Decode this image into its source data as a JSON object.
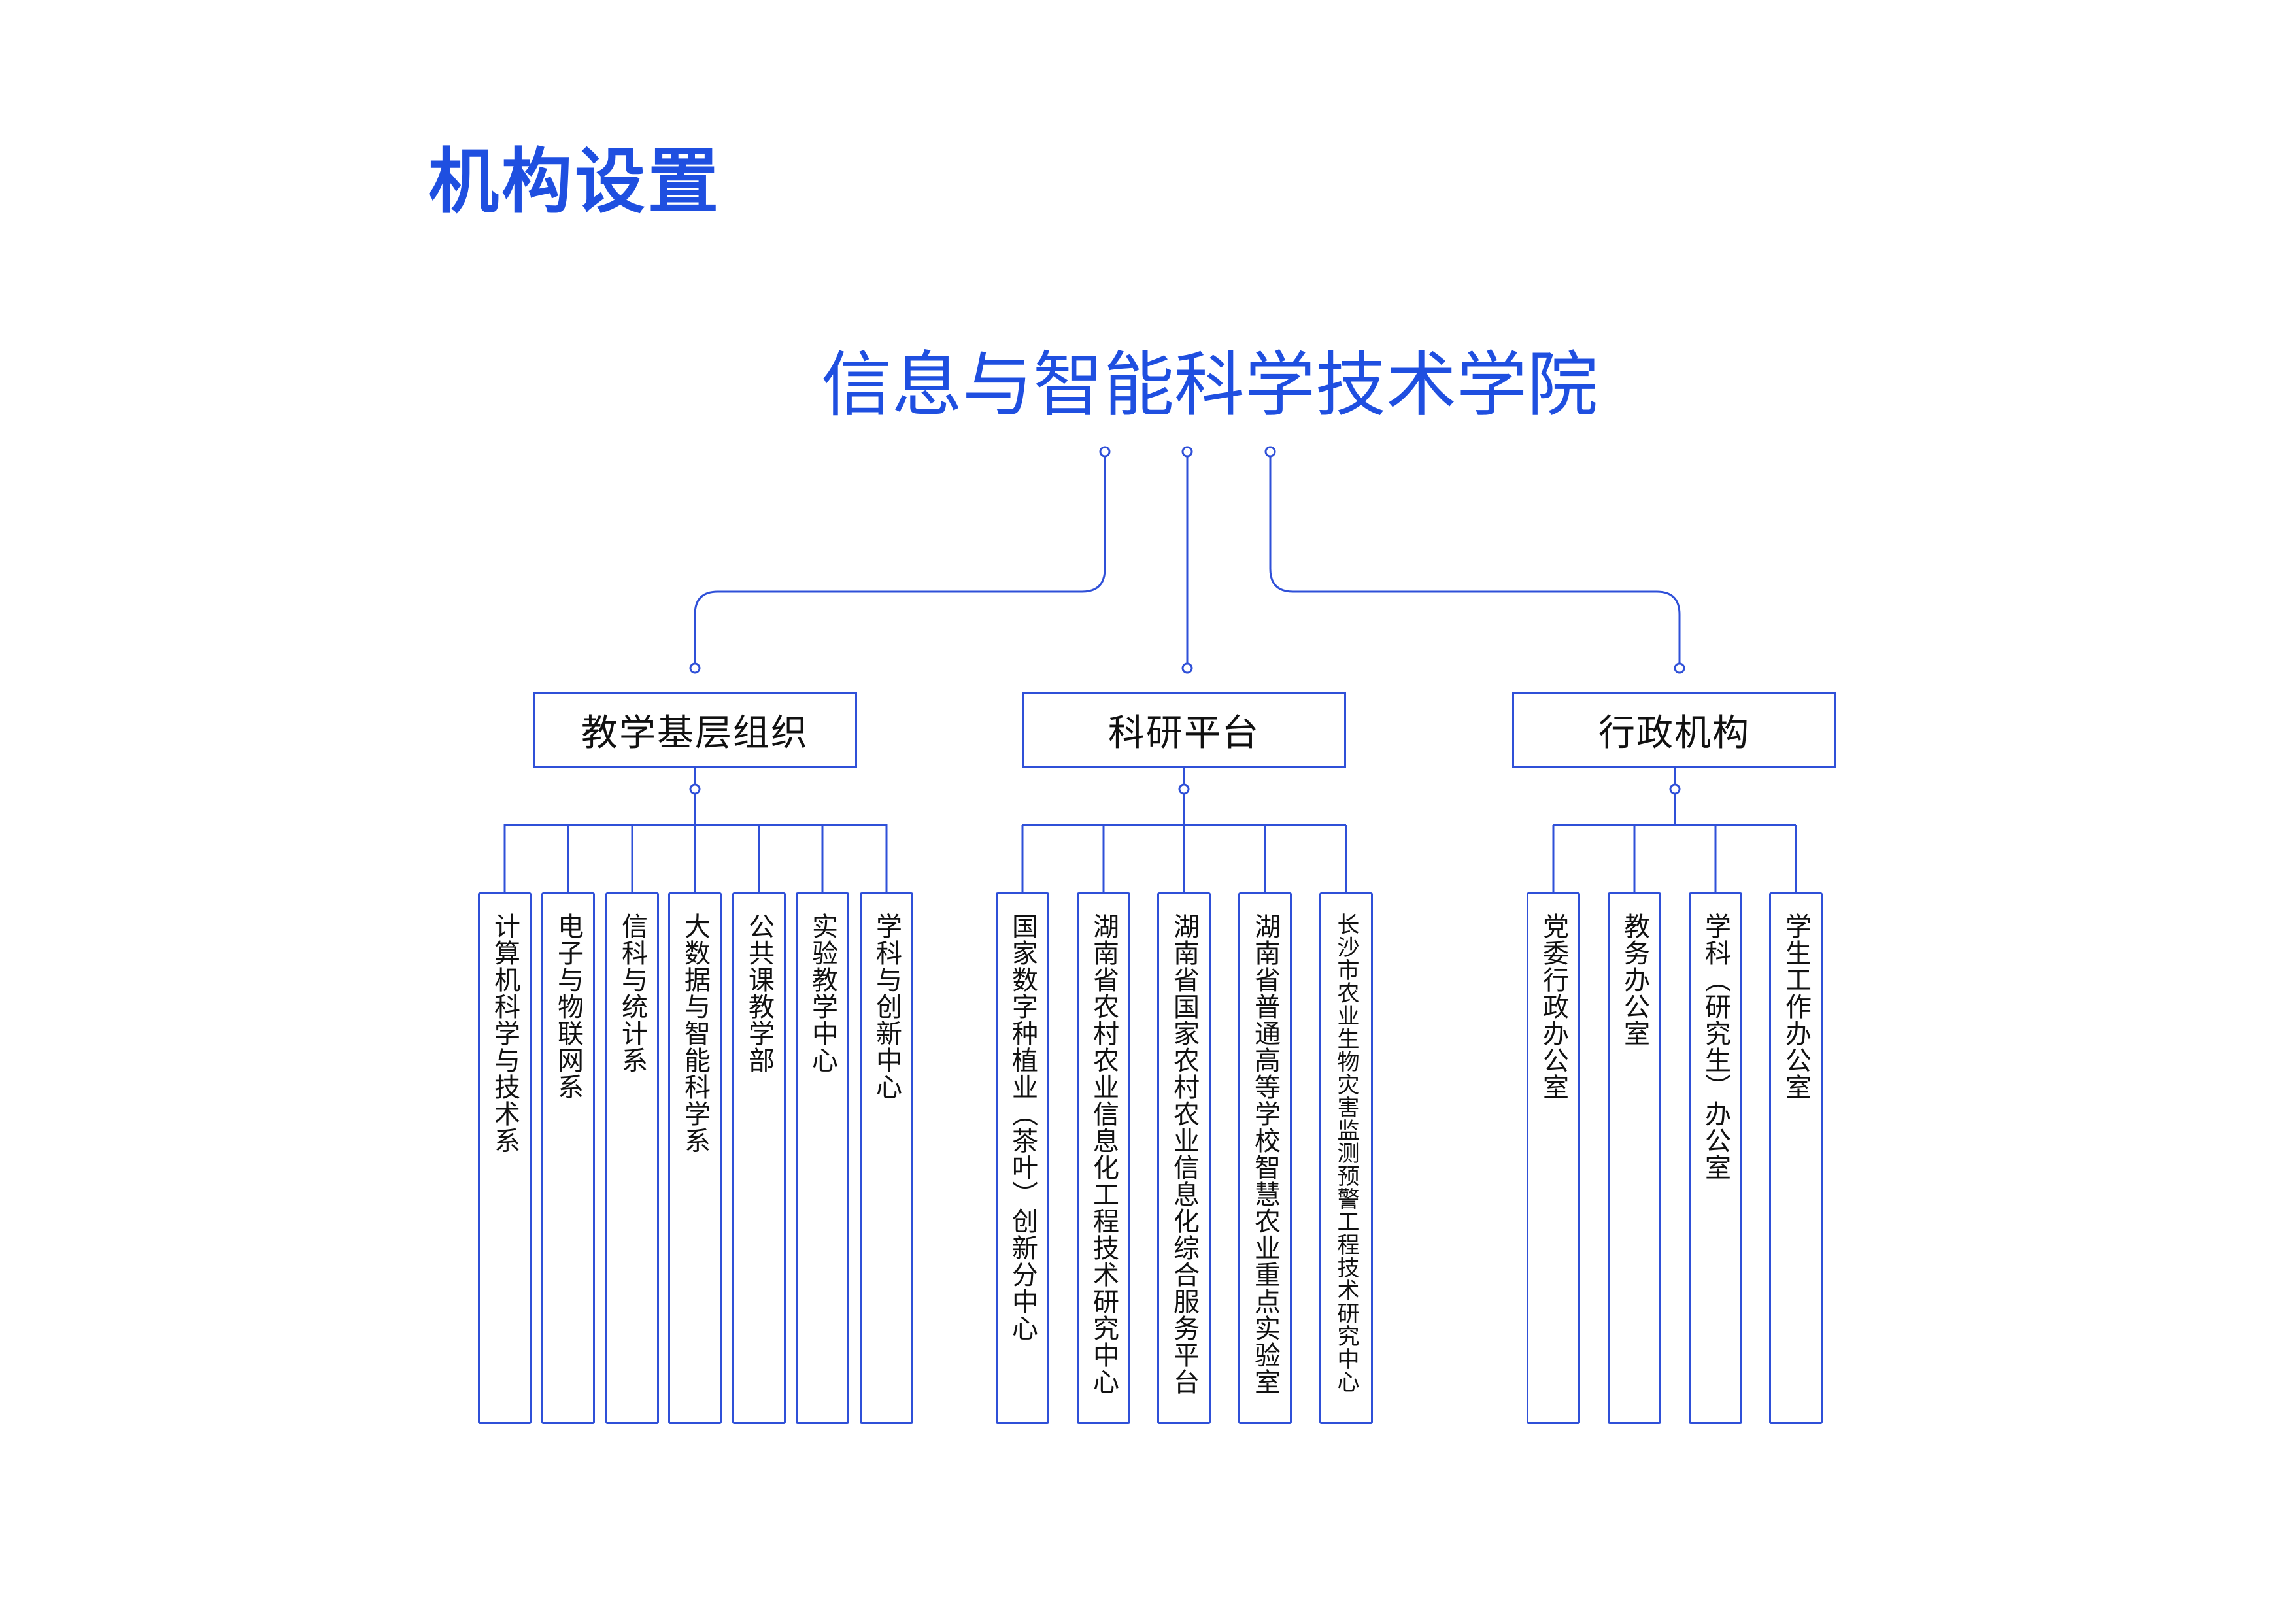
{
  "title": "机构设置",
  "org": {
    "root": "信息与智能科学技术学院",
    "categories": [
      {
        "name": "教学基层组织",
        "units": [
          "计算机科学与技术系",
          "电子与物联网系",
          "信科与统计系",
          "大数据与智能科学系",
          "公共课教学部",
          "实验教学中心",
          "学科与创新中心"
        ]
      },
      {
        "name": "科研平台",
        "units": [
          "国家数字种植业（茶叶）创新分中心",
          "湖南省农村农业信息化工程技术研究中心",
          "湖南省国家农村农业信息化综合服务平台",
          "湖南省普通高等学校智慧农业重点实验室",
          "长沙市农业生物灾害监测预警工程技术研究中心"
        ]
      },
      {
        "name": "行政机构",
        "units": [
          "党委行政办公室",
          "教务办公室",
          "学科（研究生）办公室",
          "学生工作办公室"
        ]
      }
    ]
  },
  "colors": {
    "accent": "#1f4fe0",
    "line": "#2f50d8",
    "text": "#111111"
  }
}
